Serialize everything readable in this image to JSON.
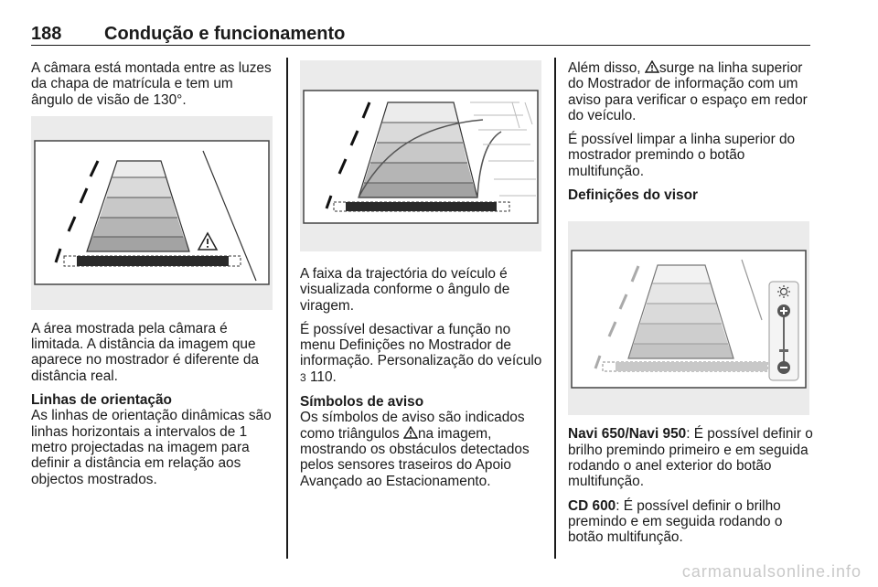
{
  "header": {
    "page_number": "188",
    "chapter_title": "Condução e funcionamento"
  },
  "column1": {
    "intro": "A câmara está montada entre as luzes da chapa de matrícula e tem um ângulo de visão de 130°.",
    "area_text": "A área mostrada pela câmara é limitada. A distância da imagem que aparece no mostrador é diferente da distância real.",
    "guidelines_heading": "Linhas de orientação",
    "guidelines_text": "As linhas de orientação dinâmicas são linhas horizontais a intervalos de 1 metro projectadas na imagem para definir a distância em relação aos objectos mostrados."
  },
  "column2": {
    "trajectory_text": "A faixa da trajectória do veículo é visualizada conforme o ângulo de viragem.",
    "deactivate_text_before": "É possível desactivar a função no menu Definições no Mostrador de informação. Personalização do veículo",
    "deactivate_ref_arrow": "3",
    "deactivate_ref_page": "110.",
    "warning_heading": "Símbolos de aviso",
    "warning_text_before": "Os símbolos de aviso são indicados como triângulos",
    "warning_text_after": "na imagem, mostrando os obstáculos detectados pelos sensores traseiros do Apoio Avançado ao Estacionamento."
  },
  "column3": {
    "also_text_before": "Além disso,",
    "also_text_after": "surge na linha superior do Mostrador de informação com um aviso para verificar o espaço em redor do veículo.",
    "clear_text": "É possível limpar a linha superior do mostrador premindo o botão multifunção.",
    "display_heading": "Definições do visor",
    "navi_label": "Navi 650/Navi 950",
    "navi_text": ": É possível definir o brilho premindo primeiro e em seguida rodando o anel exterior do botão multifunção.",
    "cd_label": "CD 600",
    "cd_text": ": É possível definir o brilho premindo e em seguida rodando o botão multifunção."
  },
  "footer": {
    "watermark": "carmanualsonline.info"
  },
  "icons": {
    "warning": "warning-triangle-icon",
    "page_ref": "page-reference-arrow-icon",
    "brightness": "sun-brightness-icon",
    "plus": "plus-icon",
    "minus": "minus-icon"
  }
}
